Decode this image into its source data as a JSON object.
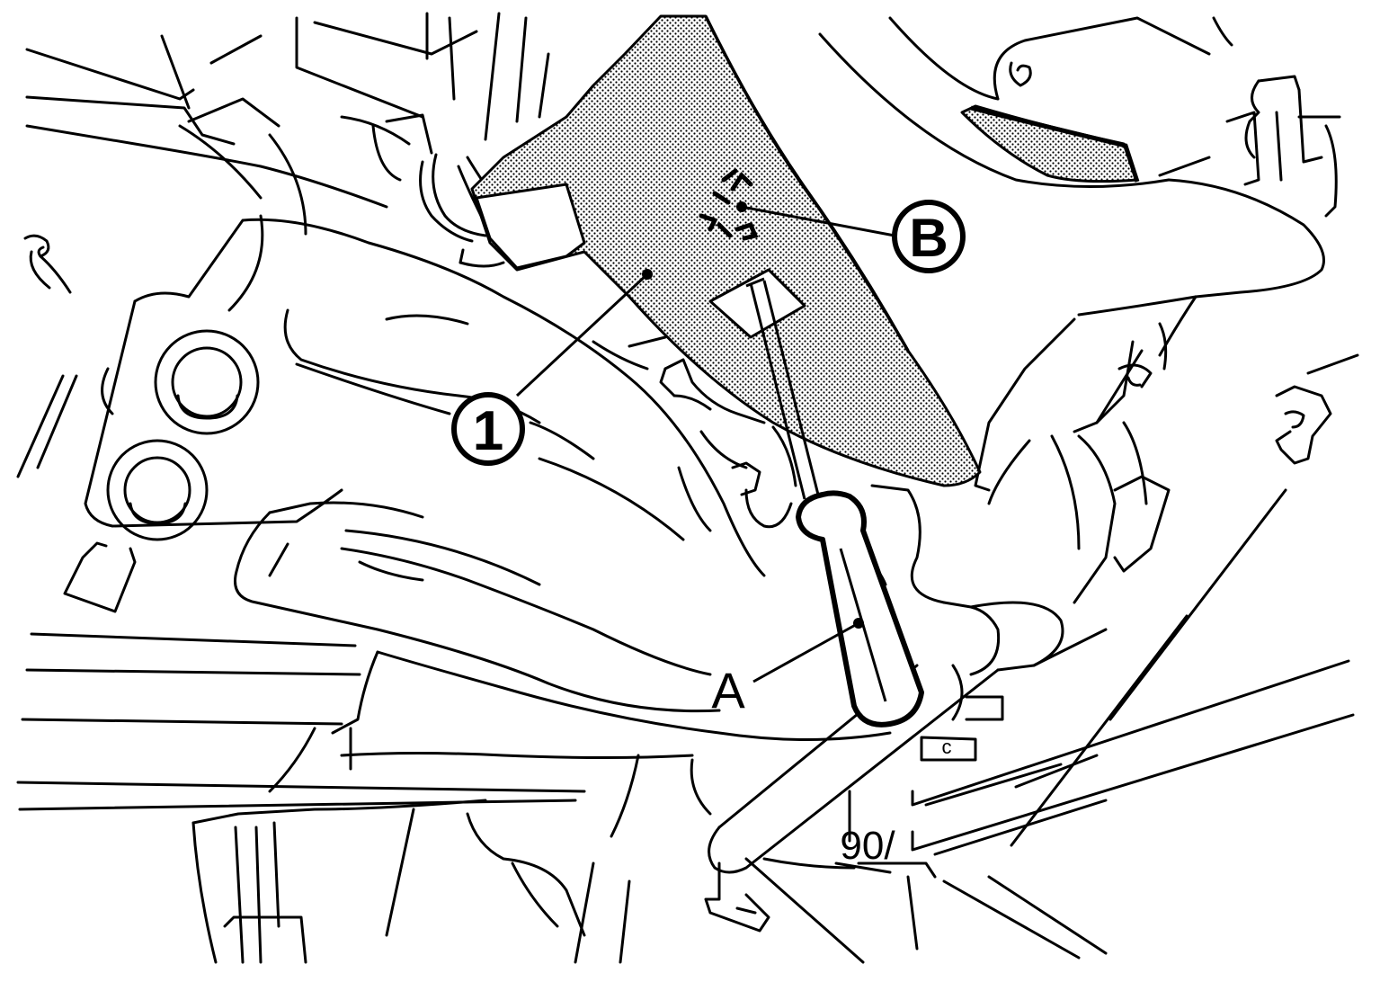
{
  "labels": {
    "part_1": "1",
    "label_b": "B",
    "label_a": "A"
  },
  "marks": {
    "small_c": "c",
    "stamp": "90/"
  },
  "colors": {
    "line": "#000000",
    "background": "#ffffff",
    "shaded_fill": "#000000"
  }
}
